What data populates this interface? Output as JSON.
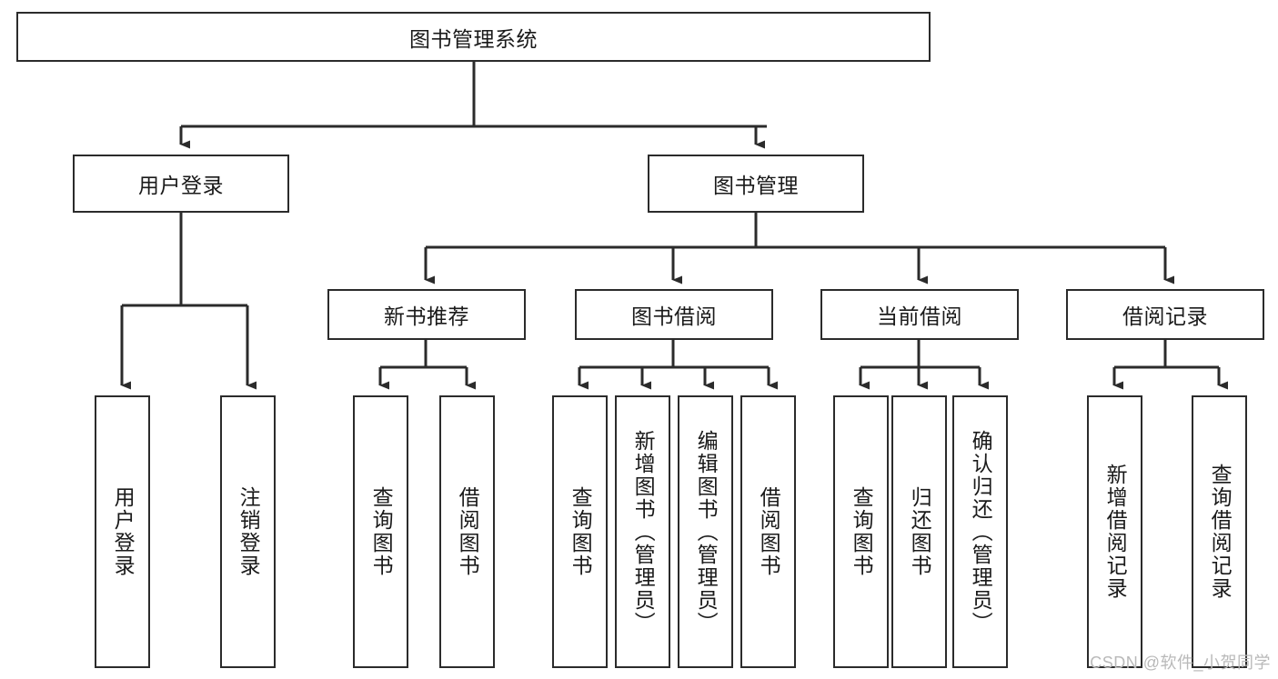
{
  "diagram": {
    "title_node": {
      "label": "图书管理系统"
    },
    "level2": [
      {
        "label": "用户登录"
      },
      {
        "label": "图书管理"
      }
    ],
    "level3": [
      {
        "label": "新书推荐"
      },
      {
        "label": "图书借阅"
      },
      {
        "label": "当前借阅"
      },
      {
        "label": "借阅记录"
      }
    ],
    "leaves": {
      "user_login": [
        {
          "label": "用户登录"
        },
        {
          "label": "注销登录"
        }
      ],
      "new_book_recommend": [
        {
          "label": "查询图书"
        },
        {
          "label": "借阅图书"
        }
      ],
      "book_borrow": [
        {
          "label": "查询图书"
        },
        {
          "label": "新增图书（管理员）"
        },
        {
          "label": "编辑图书（管理员）"
        },
        {
          "label": "借阅图书"
        }
      ],
      "current_borrow": [
        {
          "label": "查询图书"
        },
        {
          "label": "归还图书"
        },
        {
          "label": "确认归还（管理员）"
        }
      ],
      "borrow_records": [
        {
          "label": "新增借阅记录"
        },
        {
          "label": "查询借阅记录"
        }
      ]
    },
    "watermark": "CSDN @软件_小贺同学",
    "colors": {
      "stroke": "#2b2b2b",
      "fill": "#ffffff",
      "text": "#1a1a1a",
      "watermark": "#b9b9b9"
    }
  }
}
